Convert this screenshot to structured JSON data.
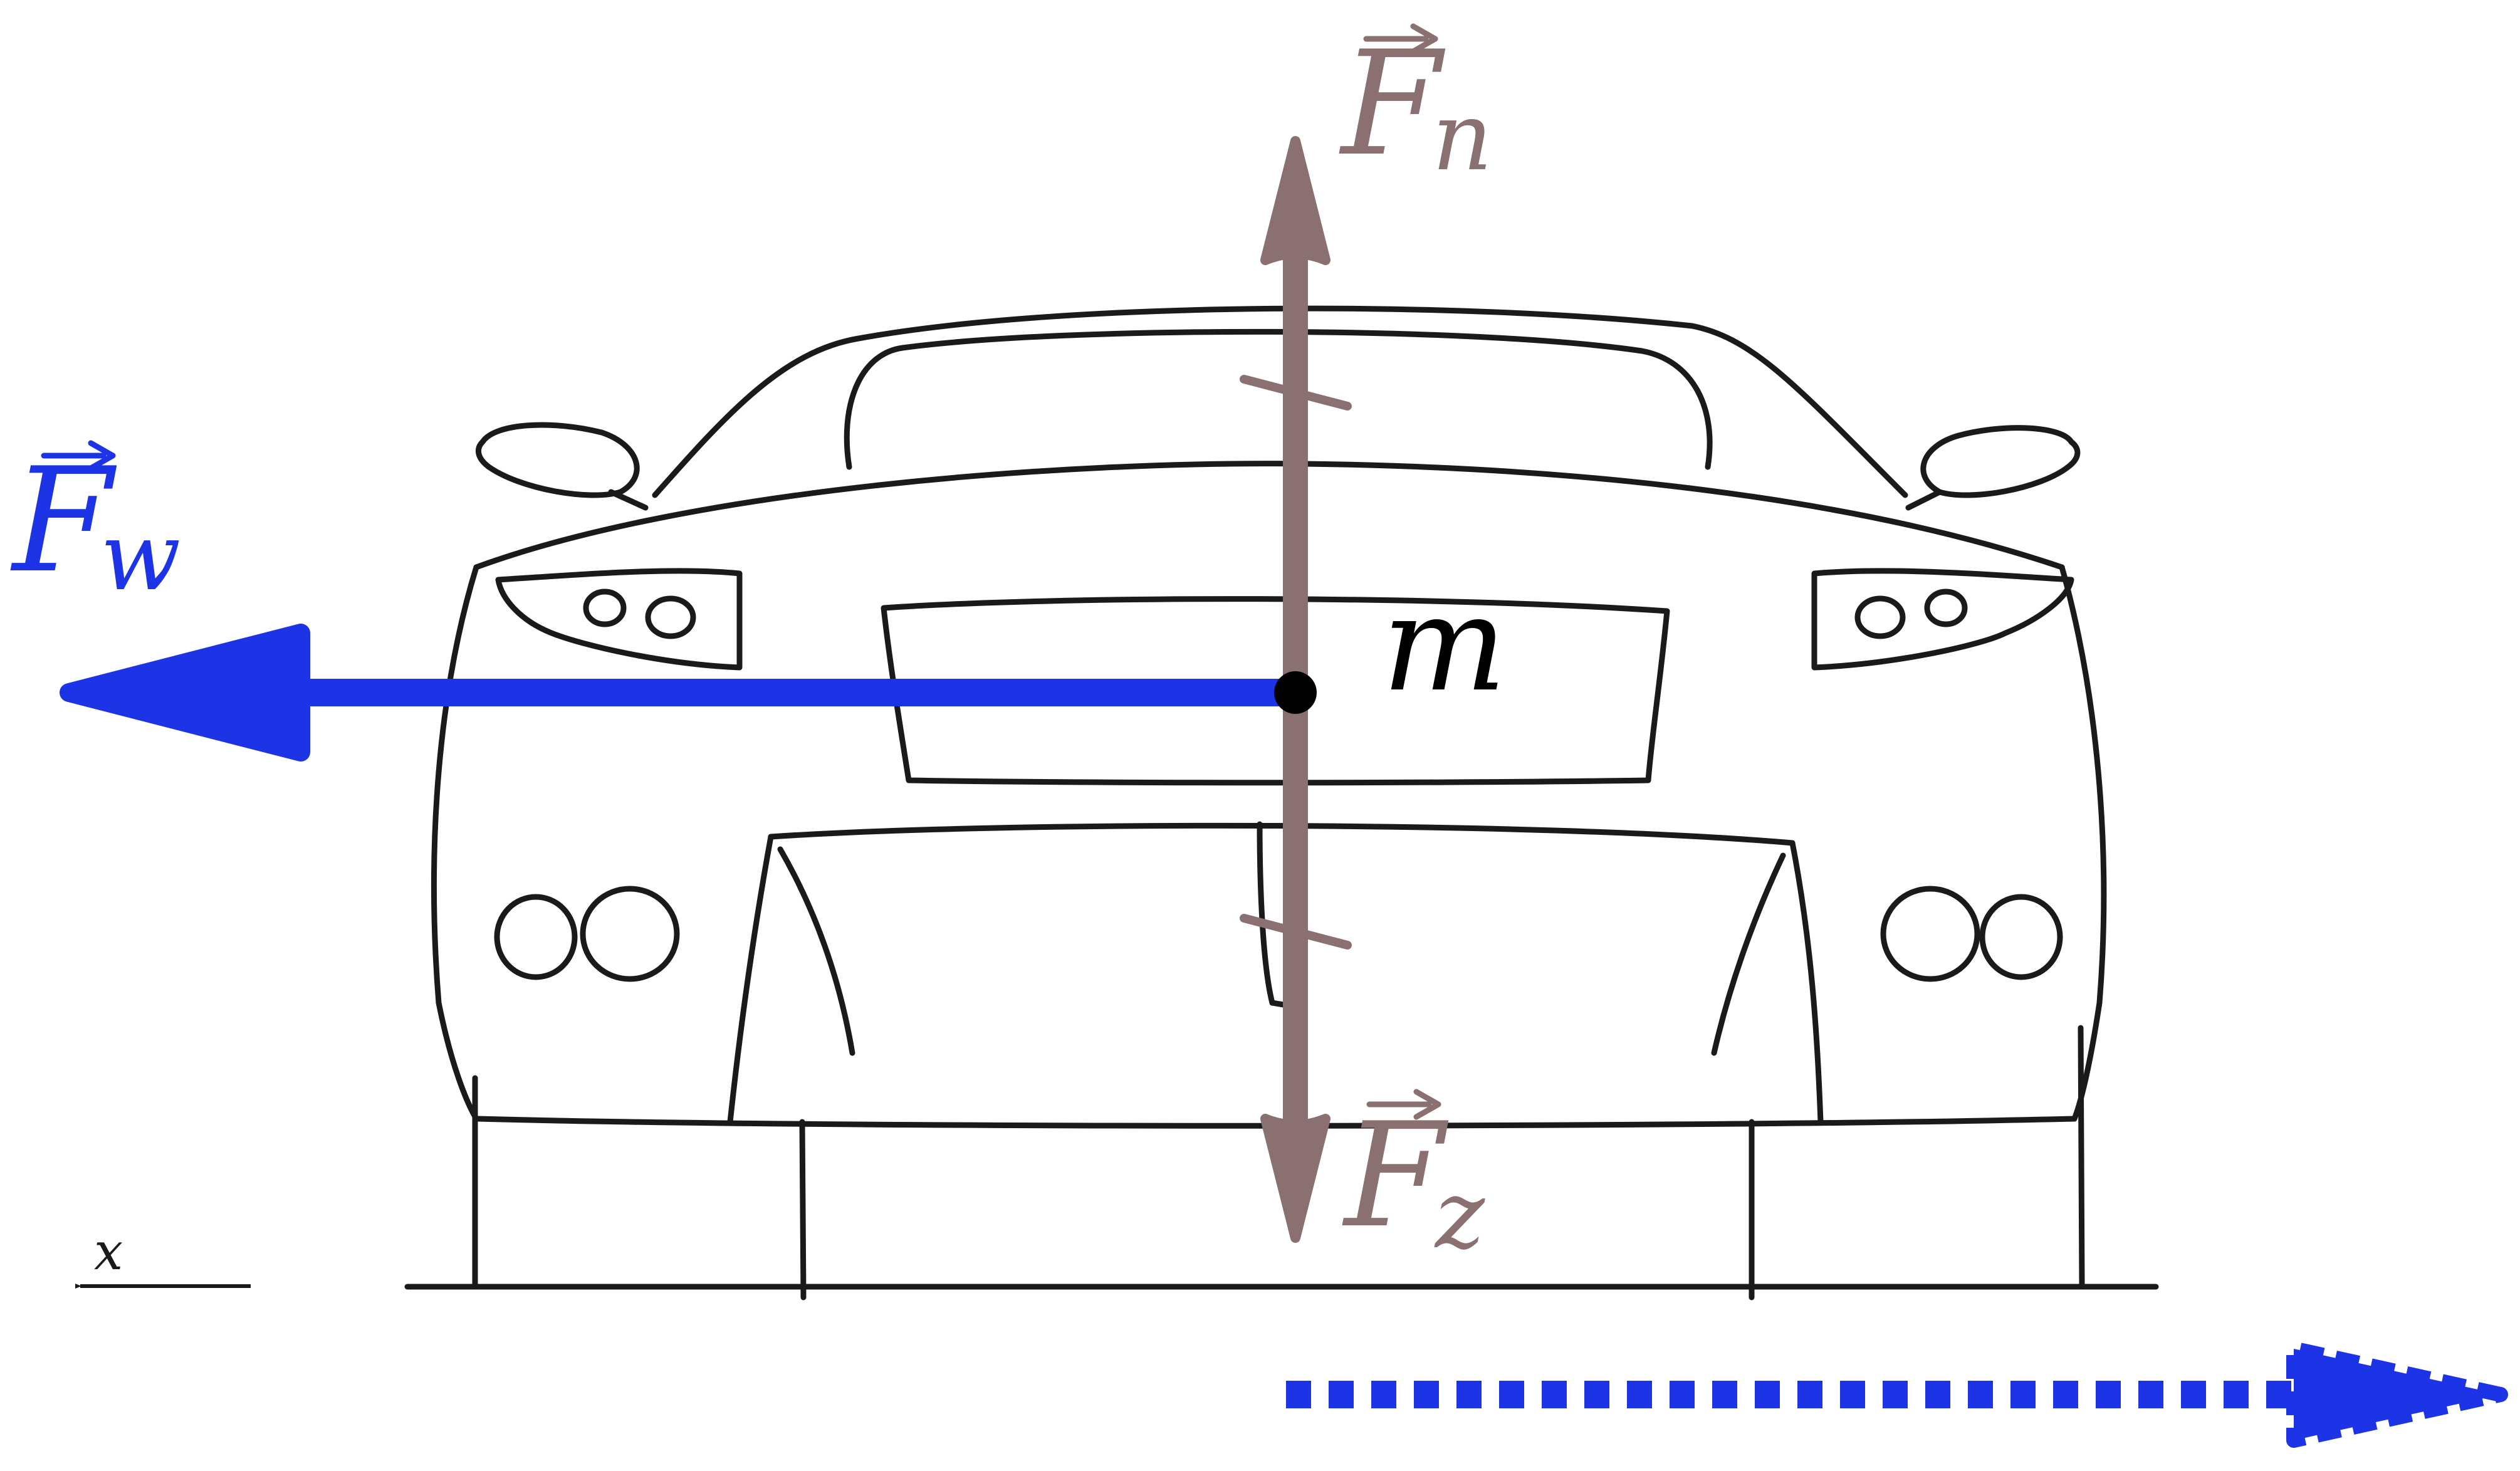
{
  "colors": {
    "wind": "#1d34e6",
    "normal_gravity": "#8a7070",
    "ink": "#1a1a1a",
    "background": "#ffffff"
  },
  "labels": {
    "force_normal_symbol": "F",
    "force_normal_subscript": "n",
    "force_gravity_symbol": "F",
    "force_gravity_subscript": "z",
    "force_wind_symbol": "F",
    "force_wind_subscript": "w",
    "mass": "m",
    "axis": "x"
  },
  "icons": {
    "car": "car-front-view-icon",
    "vector_arrow": "vector-overarrow-icon"
  }
}
